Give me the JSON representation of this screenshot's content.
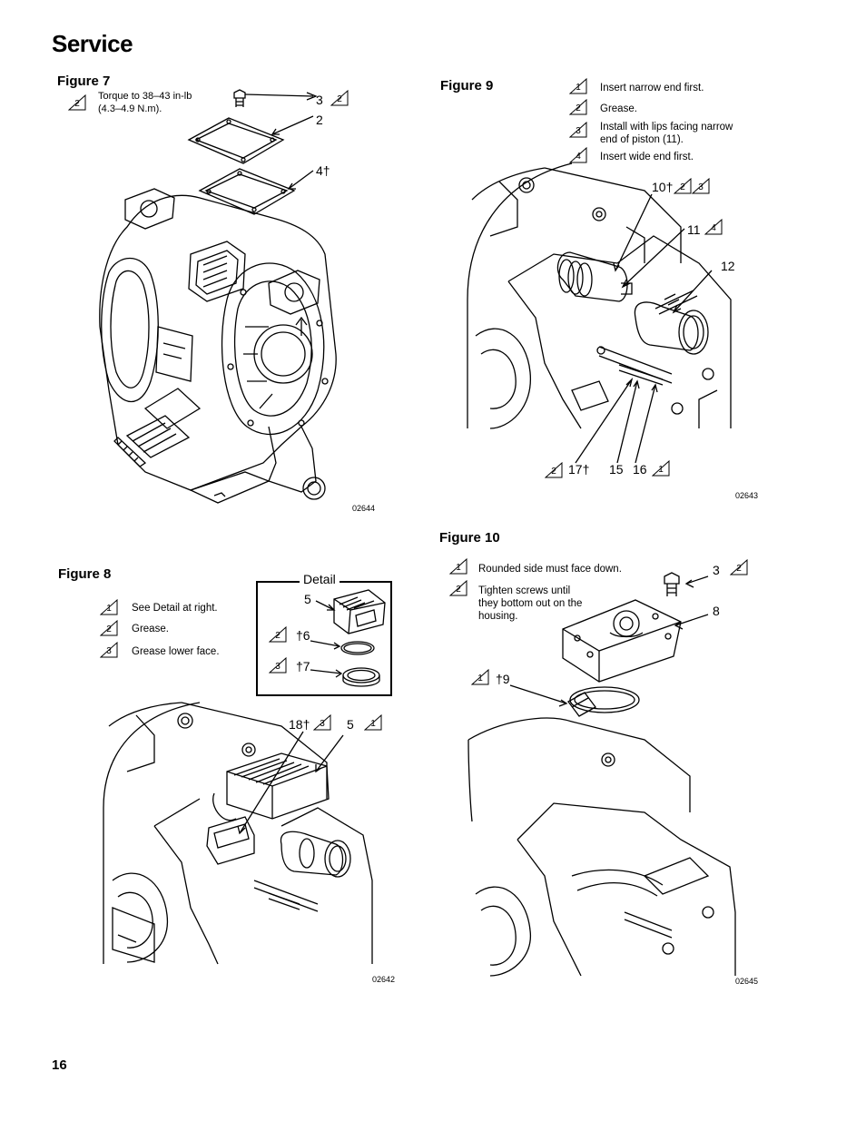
{
  "page": {
    "title": "Service",
    "page_number": "16"
  },
  "fig7": {
    "title": "Figure 7",
    "note_badge": "2",
    "note_text": "Torque to 38–43 in-lb (4.3–4.9 N.m).",
    "callouts": {
      "c3": "3",
      "c3_badge": "2",
      "c2": "2",
      "c4": "4†"
    },
    "code": "02644"
  },
  "fig8": {
    "title": "Figure 8",
    "notes": [
      {
        "badge": "1",
        "text": "See Detail at right."
      },
      {
        "badge": "2",
        "text": "Grease."
      },
      {
        "badge": "3",
        "text": "Grease lower face."
      }
    ],
    "detail": {
      "label": "Detail",
      "c5": "5",
      "c6": "†6",
      "c6_badge": "2",
      "c7": "†7",
      "c7_badge": "3"
    },
    "callouts": {
      "c18": "18†",
      "c18_badge": "3",
      "c5": "5",
      "c5_badge": "1"
    },
    "code": "02642"
  },
  "fig9": {
    "title": "Figure 9",
    "notes": [
      {
        "badge": "1",
        "text": "Insert narrow end first."
      },
      {
        "badge": "2",
        "text": "Grease."
      },
      {
        "badge": "3",
        "text": "Install with lips facing narrow end of piston (11)."
      },
      {
        "badge": "4",
        "text": "Insert wide end first."
      }
    ],
    "callouts": {
      "c10": "10†",
      "c10_badge_a": "2",
      "c10_badge_b": "3",
      "c11": "11",
      "c11_badge": "4",
      "c12": "12",
      "c17": "17†",
      "c17_badge": "2",
      "c15": "15",
      "c16": "16",
      "c16_badge": "1"
    },
    "code": "02643"
  },
  "fig10": {
    "title": "Figure 10",
    "notes": [
      {
        "badge": "1",
        "text": "Rounded side must face down."
      },
      {
        "badge": "2",
        "text": "Tighten screws until they bottom out on the housing."
      }
    ],
    "callouts": {
      "c3": "3",
      "c3_badge": "2",
      "c8": "8",
      "c9": "†9",
      "c9_badge": "1"
    },
    "code": "02645"
  }
}
